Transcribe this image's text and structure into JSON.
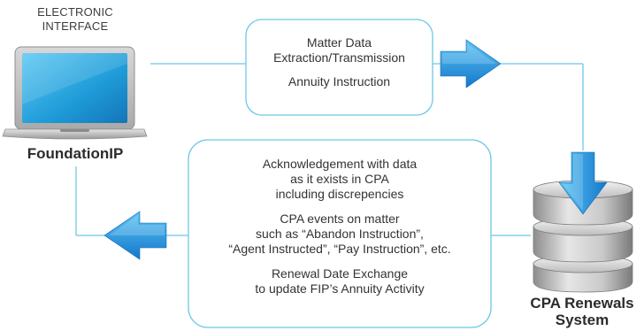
{
  "left_node": {
    "caption_line1": "ELECTRONIC",
    "caption_line2": "INTERFACE",
    "name": "FoundationIP"
  },
  "right_node": {
    "name_line1": "CPA Renewals",
    "name_line2": "System"
  },
  "top_box": {
    "line1": "Matter Data",
    "line2": "Extraction/Transmission",
    "line3": "Annuity Instruction"
  },
  "bottom_box": {
    "p1_line1": "Acknowledgement with data",
    "p1_line2": "as it exists in CPA",
    "p1_line3": "including discrepencies",
    "p2_line1": "CPA events on matter",
    "p2_line2": "such as “Abandon Instruction”,",
    "p2_line3": "“Agent Instructed”, “Pay Instruction”, etc.",
    "p3_line1": "Renewal Date Exchange",
    "p3_line2": "to update FIP’s Annuity Activity"
  },
  "colors": {
    "connector": "#6cc8e6",
    "arrow": "#1c8fd9",
    "laptop_screen": "#1d9ad6"
  }
}
